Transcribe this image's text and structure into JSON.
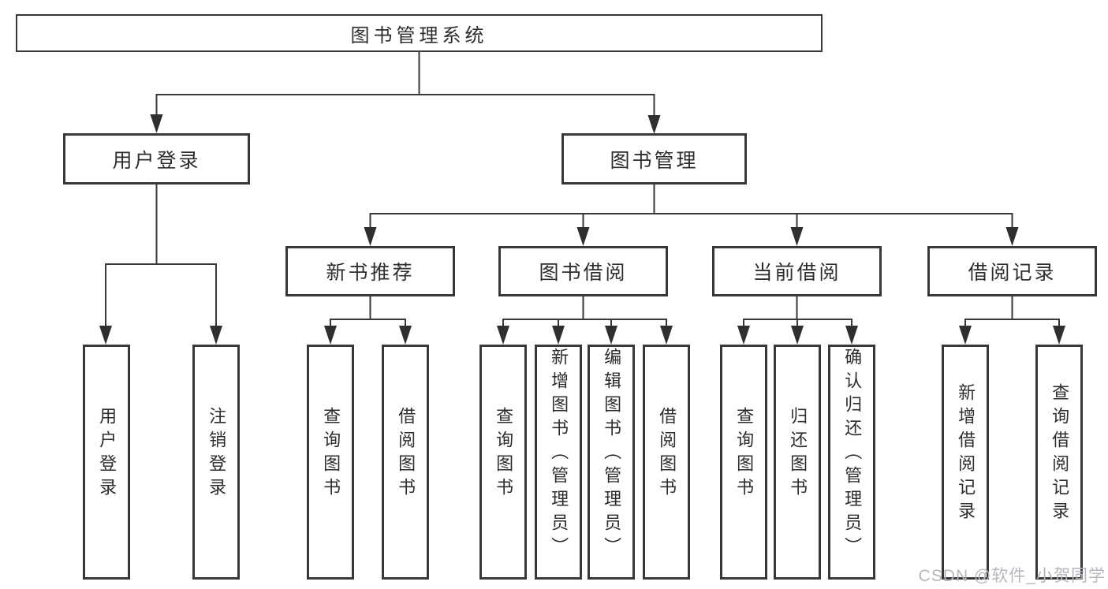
{
  "tree": {
    "root": {
      "label": "图书管理系统"
    },
    "children": [
      {
        "label": "用户登录",
        "children": [
          {
            "label": "用户登录"
          },
          {
            "label": "注销登录"
          }
        ]
      },
      {
        "label": "图书管理",
        "children": [
          {
            "label": "新书推荐",
            "children": [
              {
                "label": "查询图书"
              },
              {
                "label": "借阅图书"
              }
            ]
          },
          {
            "label": "图书借阅",
            "children": [
              {
                "label": "查询图书"
              },
              {
                "label": "新增图书（管理员）"
              },
              {
                "label": "编辑图书（管理员）"
              },
              {
                "label": "借阅图书"
              }
            ]
          },
          {
            "label": "当前借阅",
            "children": [
              {
                "label": "查询图书"
              },
              {
                "label": "归还图书"
              },
              {
                "label": "确认归还（管理员）"
              }
            ]
          },
          {
            "label": "借阅记录",
            "children": [
              {
                "label": "新增借阅记录"
              },
              {
                "label": "查询借阅记录"
              }
            ]
          }
        ]
      }
    ]
  },
  "watermark": {
    "text": "CSDN @软件_小贺同学",
    "color": "#b4b7bc"
  },
  "colors": {
    "line": "#383838",
    "border": "#383838",
    "text": "#2d2d2d",
    "background": "#ffffff"
  }
}
